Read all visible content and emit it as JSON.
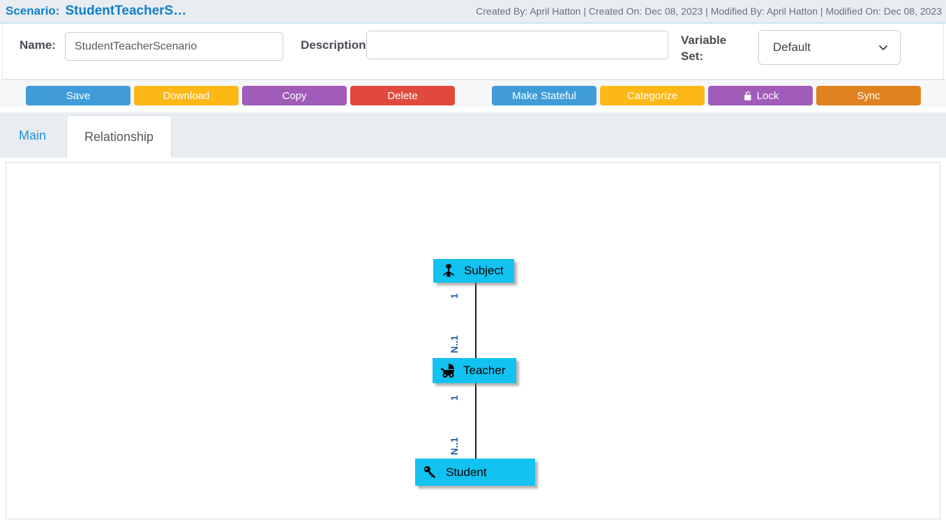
{
  "header": {
    "scenario_label": "Scenario:",
    "scenario_name": "StudentTeacherS…",
    "meta": "Created By: April Hatton | Created On: Dec 08, 2023 | Modified By: April Hatton | Modified On: Dec 08, 2023"
  },
  "form": {
    "name_label": "Name:",
    "name_value": "StudentTeacherScenario",
    "description_label": "Description:",
    "description_value": "",
    "variable_set_label": "Variable Set:",
    "variable_set_value": "Default"
  },
  "toolbar": {
    "buttons": [
      {
        "label": "Save",
        "color": "#3f9cd9"
      },
      {
        "label": "Download",
        "color": "#fdb717"
      },
      {
        "label": "Copy",
        "color": "#a05cb8"
      },
      {
        "label": "Delete",
        "color": "#e2493d"
      },
      {
        "label": "Make Stateful",
        "color": "#3f9cd9"
      },
      {
        "label": "Categorize",
        "color": "#fdb717"
      },
      {
        "label": "Lock",
        "color": "#a05cb8",
        "icon": "unlock-icon"
      },
      {
        "label": "Sync",
        "color": "#e0821f"
      }
    ]
  },
  "tabs": [
    {
      "label": "Main",
      "active": false
    },
    {
      "label": "Relationship",
      "active": true
    }
  ],
  "diagram": {
    "node_color": "#12c2f0",
    "nodes": [
      {
        "name": "Subject",
        "icon": "tree-roots-icon"
      },
      {
        "name": "Teacher",
        "icon": "stroller-icon"
      },
      {
        "name": "Student",
        "icon": "key-icon"
      }
    ],
    "edges": [
      {
        "from": "Subject",
        "to": "Teacher",
        "from_label": "1",
        "to_label": "N..1"
      },
      {
        "from": "Teacher",
        "to": "Student",
        "from_label": "1",
        "to_label": "N..1"
      }
    ]
  }
}
